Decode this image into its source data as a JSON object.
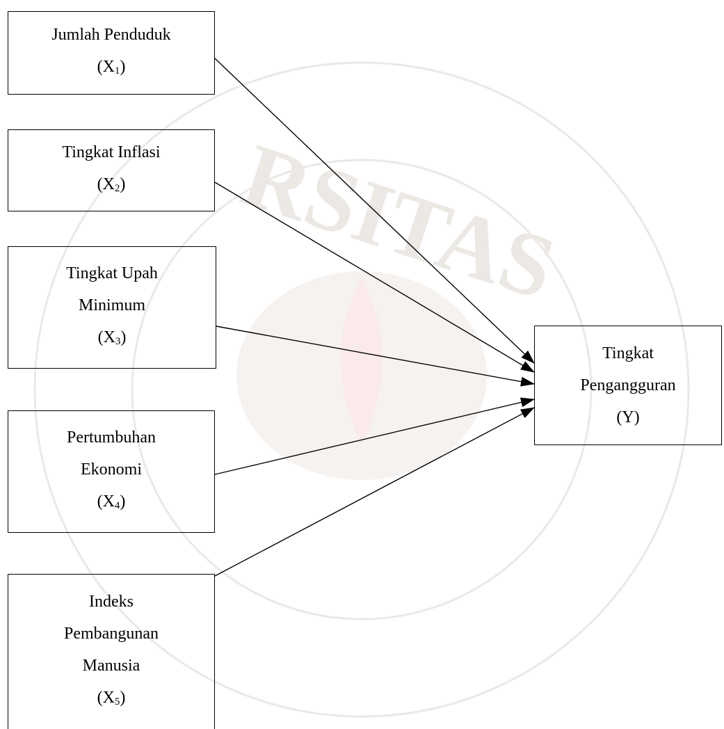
{
  "diagram": {
    "nodes": [
      {
        "id": "x1",
        "lines": [
          "Jumlah Penduduk"
        ],
        "symbol": "X",
        "subscript": "1"
      },
      {
        "id": "x2",
        "lines": [
          "Tingkat Inflasi"
        ],
        "symbol": "X",
        "subscript": "2"
      },
      {
        "id": "x3",
        "lines": [
          "Tingkat Upah",
          "Minimum"
        ],
        "symbol": "X",
        "subscript": "3"
      },
      {
        "id": "x4",
        "lines": [
          "Pertumbuhan",
          "Ekonomi"
        ],
        "symbol": "X",
        "subscript": "4"
      },
      {
        "id": "x5",
        "lines": [
          "Indeks",
          "Pembangunan",
          "Manusia"
        ],
        "symbol": "X",
        "subscript": "5"
      },
      {
        "id": "y",
        "lines": [
          "Tingkat",
          "Pengangguran"
        ],
        "symbol": "Y",
        "subscript": ""
      }
    ],
    "edges": [
      {
        "from": "x1",
        "to": "y"
      },
      {
        "from": "x2",
        "to": "y"
      },
      {
        "from": "x3",
        "to": "y"
      },
      {
        "from": "x4",
        "to": "y"
      },
      {
        "from": "x5",
        "to": "y"
      }
    ]
  },
  "watermark": {
    "text": "UNIVERSITAS JEMBER",
    "color": "#e8e4e0"
  }
}
